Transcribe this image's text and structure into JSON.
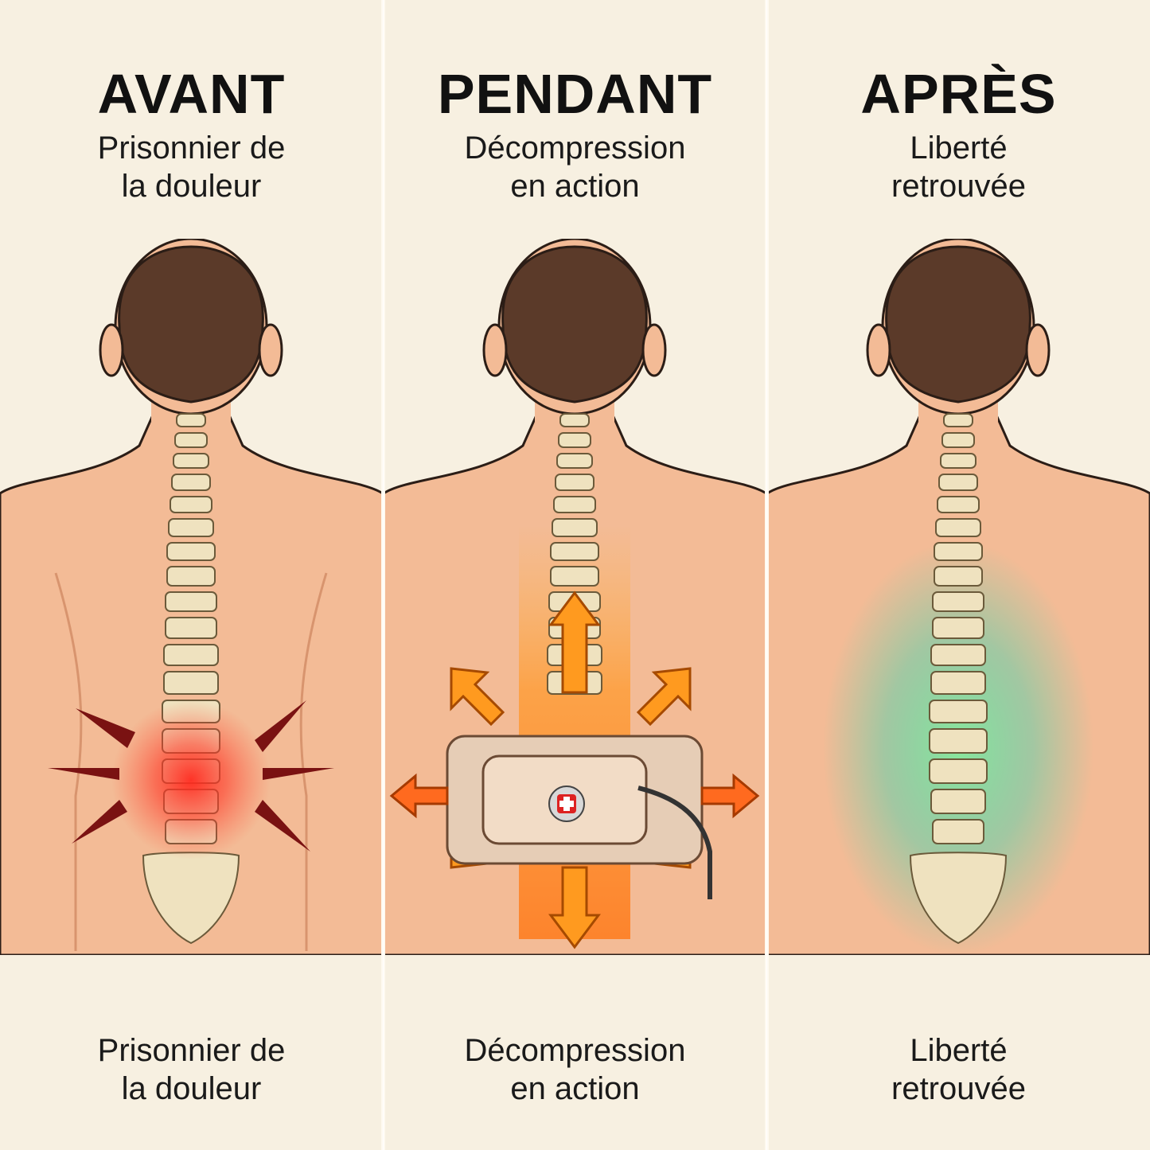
{
  "panels": [
    {
      "title": "AVANT",
      "subtitle_top": [
        "Prisonnier de",
        "la douleur"
      ],
      "subtitle_bottom": [
        "Prisonnier de",
        "la douleur"
      ]
    },
    {
      "title": "PENDANT",
      "subtitle_top": [
        "Décompression",
        "en action"
      ],
      "subtitle_bottom": [
        "Décompression",
        "en action"
      ]
    },
    {
      "title": "APRÈS",
      "subtitle_top": [
        "Liberté",
        "retrouvée"
      ],
      "subtitle_bottom": [
        "Liberté",
        "retrouvée"
      ]
    }
  ],
  "colors": {
    "background": "#f7f0e1",
    "skin": "#f1b58f",
    "hair": "#5b3a29",
    "bone": "#efe2bf",
    "pain": "#ff2a1f",
    "decompression": "#ff8c1a",
    "relief": "#3fd6b0"
  },
  "icons": [
    "pain-burst-icon",
    "up-arrow-icon",
    "outward-arrow-icon",
    "medical-cross-icon",
    "relief-glow-icon"
  ]
}
